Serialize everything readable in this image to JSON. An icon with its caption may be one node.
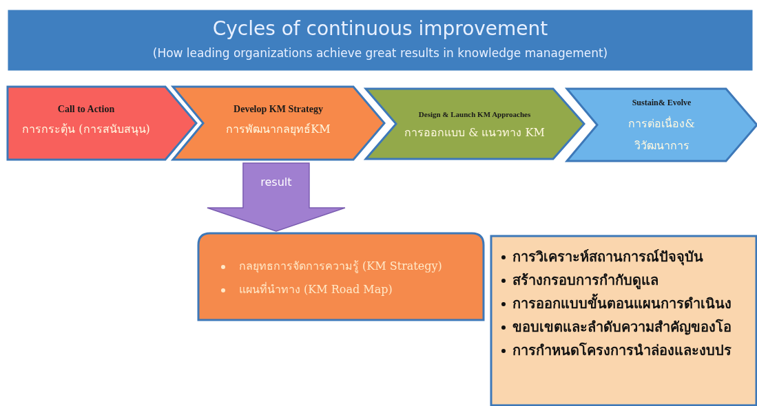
{
  "diagram": {
    "nodes": [
      {
        "text": [
          "Cycles of continuous improvement",
          "(How leading organizations achieve great results in knowledge management)"
        ]
      },
      {
        "text": [
          "Call to Action",
          "การกระตุ้น (การสนับสนุน)"
        ]
      },
      {
        "text": [
          "Develop KM  Strategy",
          "การพัฒนากลยุทธ์KM"
        ]
      },
      {
        "text": [
          "Design & Launch KM Approaches",
          "การออกแบบ & แนวทาง KM"
        ]
      },
      {
        "text": [
          "Sustain& Evolve",
          "การต่อเนื่อง& วิวัฒนาการ"
        ]
      },
      {
        "text": [
          "กลยุทธการจัดการความรู้ (KM Strategy)",
          "แผนที่นำทาง (KM Road Map)"
        ]
      },
      {
        "text": [
          "การวิเคราะห์สถานการณ์ปัจจุบัน",
          "สร้างกรอบการกำกับดูแล",
          "การออกแบบขั้นตอนแผนการดำเนินง",
          "ขอบเขตและลำดับความสำคัญของโอ",
          "การกำหนดโครงการนำล่องและงบปร"
        ]
      }
    ],
    "edges": [
      {
        "from": 2,
        "to": 5,
        "arrow": "to",
        "label": "result"
      }
    ]
  }
}
